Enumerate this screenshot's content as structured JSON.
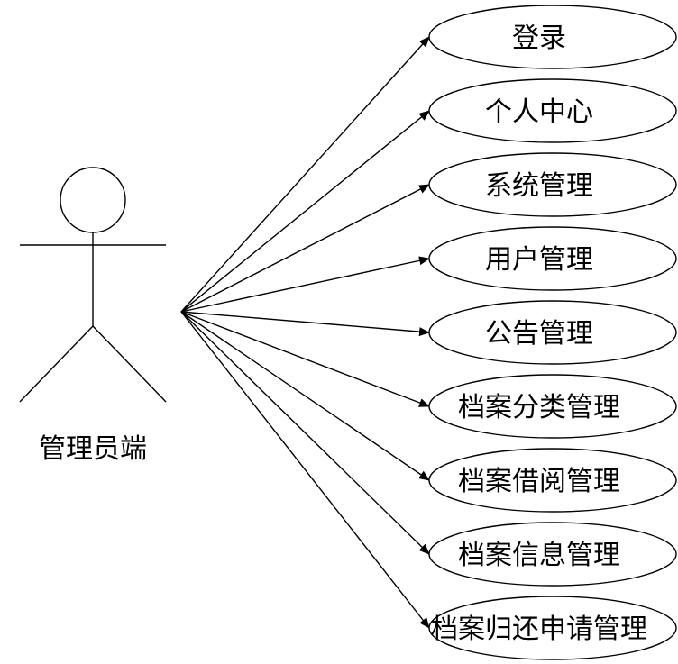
{
  "actor": {
    "name": "管理员端"
  },
  "use_cases": [
    {
      "label": "登录"
    },
    {
      "label": "个人中心"
    },
    {
      "label": "系统管理"
    },
    {
      "label": "用户管理"
    },
    {
      "label": "公告管理"
    },
    {
      "label": "档案分类管理"
    },
    {
      "label": "档案借阅管理"
    },
    {
      "label": "档案信息管理"
    },
    {
      "label": "档案归还申请管理"
    }
  ]
}
